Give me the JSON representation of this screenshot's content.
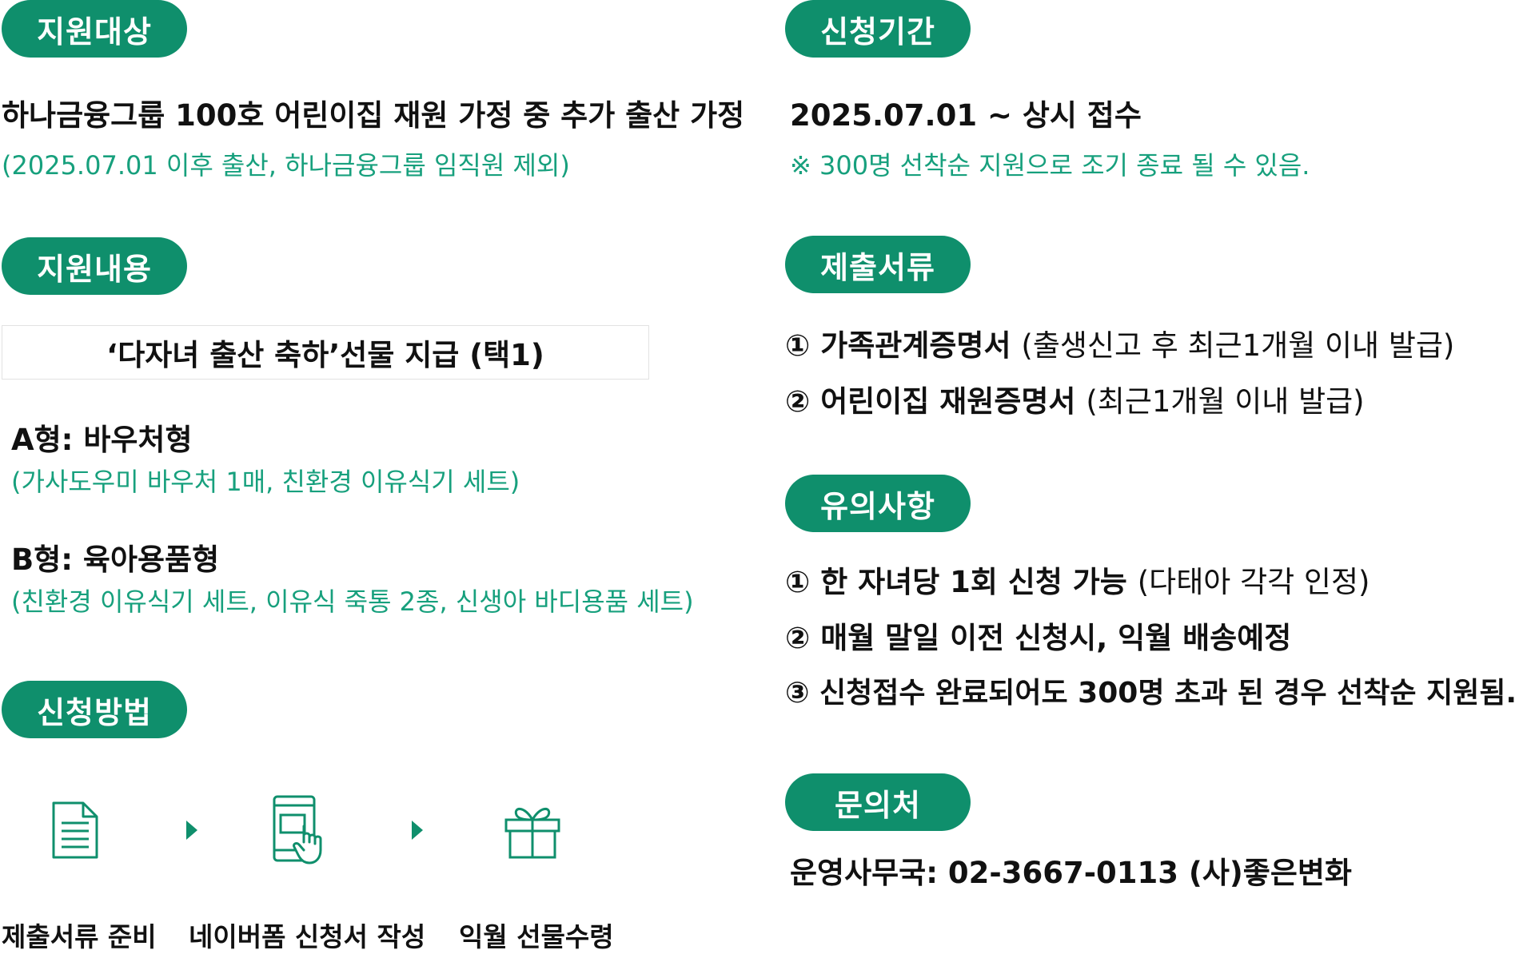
{
  "colors": {
    "accent": "#0f8f6c",
    "sub_text": "#17a07d",
    "text": "#111111"
  },
  "target": {
    "badge": "지원대상",
    "line1": "하나금융그룹 100호 어린이집 재원 가정 중 추가 출산 가정",
    "line2": "(2025.07.01 이후 출산, 하나금융그룹 임직원 제외)"
  },
  "support": {
    "badge": "지원내용",
    "box": "‘다자녀 출산 축하’선물 지급 (택1)",
    "a_title": "A형: 바우처형",
    "a_desc": "(가사도우미 바우처 1매, 친환경 이유식기 세트)",
    "b_title": "B형: 육아용품형",
    "b_desc": "(친환경 이유식기 세트, 이유식 죽통 2종, 신생아 바디용품 세트)"
  },
  "method": {
    "badge": "신청방법",
    "steps": [
      {
        "icon": "document-icon",
        "label": "제출서류 준비"
      },
      {
        "icon": "tablet-touch-icon",
        "label": "네이버폼 신청서 작성"
      },
      {
        "icon": "gift-icon",
        "label": "익월 선물수령"
      }
    ],
    "arrow_icon": "triangle-right-icon"
  },
  "period": {
    "badge": "신청기간",
    "line1": "2025.07.01 ~ 상시 접수",
    "line2": "※ 300명 선착순 지원으로 조기 종료 될 수 있음."
  },
  "documents": {
    "badge": "제출서류",
    "items": [
      {
        "num": "①",
        "title": "가족관계증명서",
        "note": "(출생신고 후 최근1개월 이내 발급)"
      },
      {
        "num": "②",
        "title": "어린이집 재원증명서",
        "note": "(최근1개월 이내 발급)"
      }
    ]
  },
  "notes": {
    "badge": "유의사항",
    "items": [
      {
        "num": "①",
        "text": "한 자녀당 1회 신청 가능",
        "note": "(다태아 각각 인정)"
      },
      {
        "num": "②",
        "text": "매월 말일 이전 신청시, 익월 배송예정",
        "note": ""
      },
      {
        "num": "③",
        "text": "신청접수 완료되어도 300명 초과 된 경우 선착순 지원됨.",
        "note": ""
      }
    ]
  },
  "contact": {
    "badge": "문의처",
    "line": "운영사무국: 02-3667-0113 (사)좋은변화"
  }
}
